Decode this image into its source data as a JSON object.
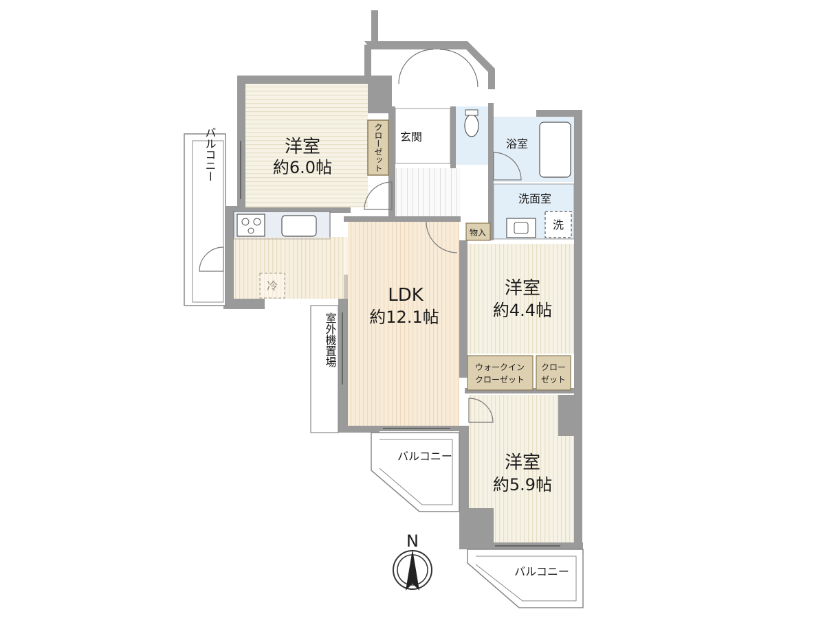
{
  "rooms": {
    "western_1": {
      "name": "洋室",
      "size": "約6.0帖"
    },
    "ldk": {
      "name": "LDK",
      "size": "約12.1帖"
    },
    "western_2": {
      "name": "洋室",
      "size": "約4.4帖"
    },
    "western_3": {
      "name": "洋室",
      "size": "約5.9帖"
    },
    "entrance": "玄関",
    "bath": "浴室",
    "washroom": "洗面室",
    "storage": "物入",
    "washer": "洗",
    "fridge": "冷",
    "closet_1": "クローゼット",
    "walkin_line1": "ウォークイン",
    "walkin_line2": "クローゼット",
    "closet_2_line1": "クロー",
    "closet_2_line2": "ゼット"
  },
  "balconies": {
    "west": "バルコニー",
    "south_center": "バルコニー",
    "south_right": "バルコニー"
  },
  "outdoor_unit": "室外機置場",
  "compass": {
    "north": "N"
  },
  "colors": {
    "wall": "#9a9a9a",
    "bedroom_floor": "#f6f3e6",
    "ldk_floor": "#f8ecd9",
    "wet_floor": "#e3eff8",
    "closet": "#ddd0b0",
    "floor_stripe": "#ffffff"
  }
}
